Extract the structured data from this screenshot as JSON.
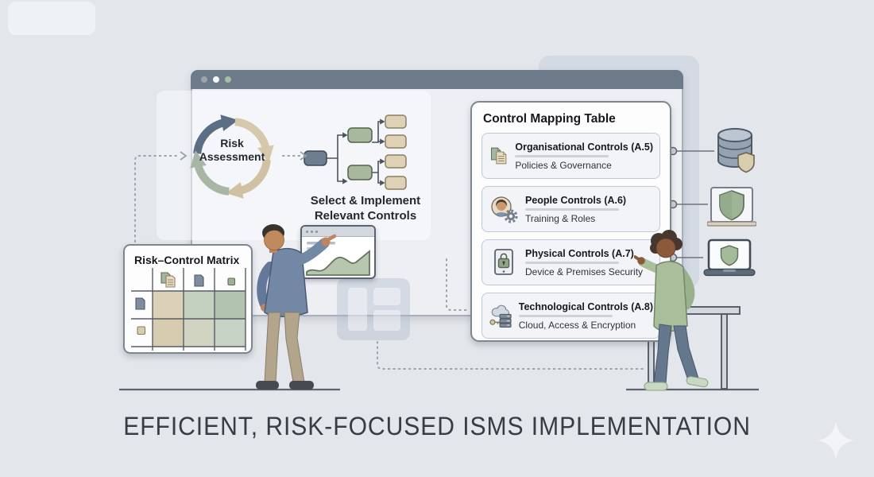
{
  "title_banner": {
    "text": "EFFICIENT, RISK-FOCUSED ISMS IMPLEMENTATION"
  },
  "risk_cycle": {
    "line1": "Risk",
    "line2": "Assessment"
  },
  "tree_caption": {
    "line1": "Select & Implement",
    "line2": "Relevant Controls"
  },
  "control_mapping": {
    "title": "Control Mapping Table",
    "rows": [
      {
        "icon": "documents-icon",
        "title": "Organisational Controls (A.5)",
        "subtitle": "Policies & Governance"
      },
      {
        "icon": "person-gear-icon",
        "title": "People Controls (A.6)",
        "subtitle": "Training & Roles"
      },
      {
        "icon": "tablet-lock-icon",
        "title": "Physical Controls (A.7)",
        "subtitle": "Device & Premises Security"
      },
      {
        "icon": "cloud-key-server-icon",
        "title": "Technological Controls (A.8)",
        "subtitle": "Cloud, Access & Encryption"
      }
    ]
  },
  "risk_matrix": {
    "title": "Risk–Control Matrix"
  },
  "right_icons": [
    "database-shield-icon",
    "monitor-shield-icon",
    "laptop-shield-icon"
  ],
  "colors": {
    "background": "#e3e6ea",
    "window_header": "#6d7a89",
    "cycle_dark": "#5b6e84",
    "cycle_tan": "#d6c8ac",
    "cycle_sage": "#a8b6a6",
    "node_green": "#a7b89c",
    "node_tan": "#ded1b6",
    "shield_green": "#9fb495",
    "shield_tan": "#d9cdb0"
  }
}
